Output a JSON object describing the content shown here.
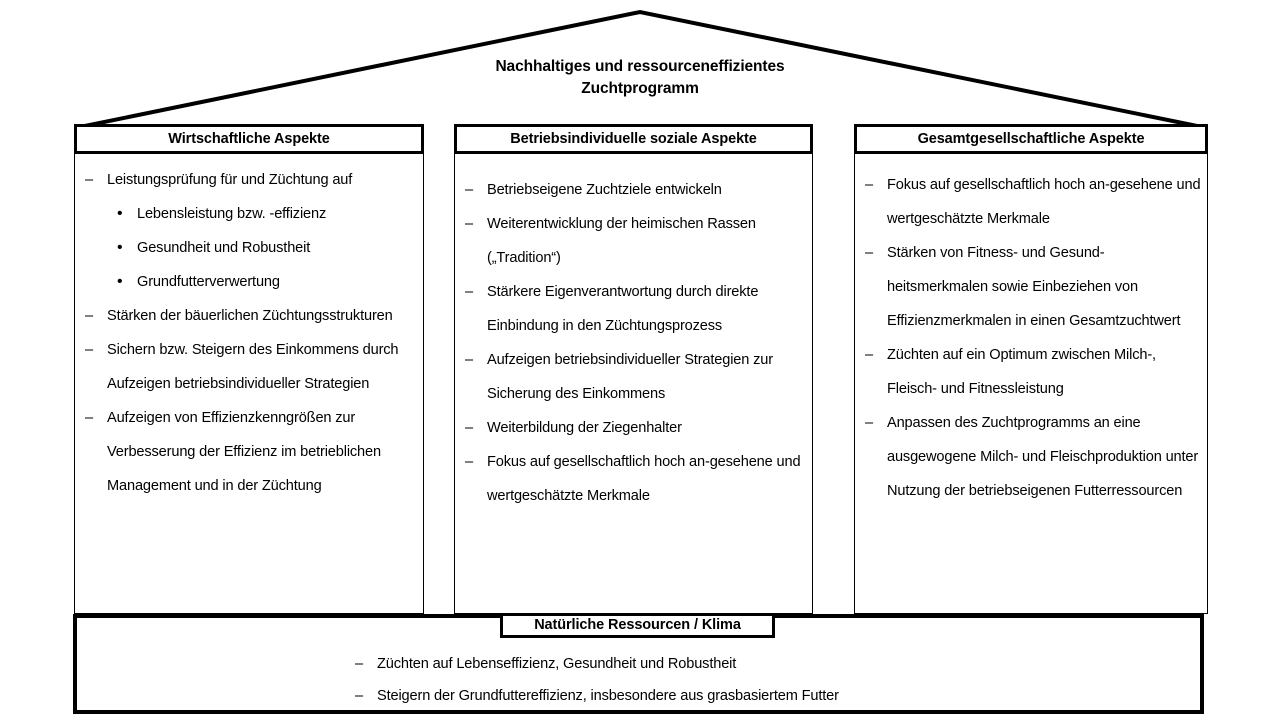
{
  "diagram": {
    "type": "house-framework",
    "roof": {
      "title_line_1": "Nachhaltiges und ressourceneffizientes",
      "title_line_2": "Zuchtprogramm",
      "stroke_color": "#000000"
    },
    "pillars": [
      {
        "id": "wirtschaftliche-aspekte",
        "header": "Wirtschaftliche Aspekte",
        "items": [
          {
            "level": 1,
            "marker": "–",
            "text": "Leistungsprüfung für und Züchtung auf"
          },
          {
            "level": 2,
            "marker": "•",
            "text": "Lebensleistung bzw. -effizienz"
          },
          {
            "level": 2,
            "marker": "•",
            "text": "Gesundheit und Robustheit"
          },
          {
            "level": 2,
            "marker": "•",
            "text": "Grundfutterverwertung"
          },
          {
            "level": 1,
            "marker": "–",
            "text": "Stärken der bäuerlichen Züchtungsstrukturen"
          },
          {
            "level": 1,
            "marker": "–",
            "text": "Sichern bzw. Steigern des Einkommens durch Aufzeigen betriebsindividueller Strategien"
          },
          {
            "level": 1,
            "marker": "–",
            "text": "Aufzeigen von Effizienzkenngrößen zur Verbesserung der Effizienz im betrieblichen Management und in der Züchtung"
          }
        ]
      },
      {
        "id": "betriebsindividuelle-soziale-aspekte",
        "header": "Betriebsindividuelle soziale Aspekte",
        "items": [
          {
            "level": 1,
            "marker": "–",
            "text": "Betriebseigene Zuchtziele entwickeln"
          },
          {
            "level": 1,
            "marker": "–",
            "text": "Weiterentwicklung der heimischen Rassen („Tradition“)"
          },
          {
            "level": 1,
            "marker": "–",
            "text": "Stärkere Eigenverantwortung durch direkte Einbindung in den Züchtungsprozess"
          },
          {
            "level": 1,
            "marker": "–",
            "text": "Aufzeigen betriebsindividueller Strategien zur Sicherung des Einkommens"
          },
          {
            "level": 1,
            "marker": "–",
            "text": "Weiterbildung der Ziegenhalter"
          },
          {
            "level": 1,
            "marker": "–",
            "text": "Fokus auf gesellschaftlich hoch an-gesehene und wertgeschätzte Merkmale"
          }
        ]
      },
      {
        "id": "gesamtgesellschaftliche-aspekte",
        "header": "Gesamtgesellschaftliche Aspekte",
        "items": [
          {
            "level": 1,
            "marker": "–",
            "text": "Fokus auf gesellschaftlich hoch an-gesehene und wertgeschätzte Merkmale"
          },
          {
            "level": 1,
            "marker": "–",
            "text": "Stärken von Fitness- und Gesund-heitsmerkmalen sowie Einbeziehen von Effizienzmerkmalen in einen Gesamtzuchtwert"
          },
          {
            "level": 1,
            "marker": "–",
            "text": "Züchten auf ein Optimum zwischen Milch-, Fleisch- und Fitnessleistung"
          },
          {
            "level": 1,
            "marker": "–",
            "text": "Anpassen des Zuchtprogramms an eine ausgewogene Milch- und Fleischproduktion unter Nutzung der betriebseigenen Futterressourcen"
          }
        ]
      }
    ],
    "foundation": {
      "header": "Natürliche Ressourcen / Klima",
      "items": [
        {
          "level": 1,
          "marker": "–",
          "text": "Züchten auf Lebenseffizienz, Gesundheit und Robustheit"
        },
        {
          "level": 1,
          "marker": "–",
          "text": "Steigern der Grundfuttereffizienz, insbesondere aus grasbasiertem Futter"
        }
      ]
    }
  }
}
